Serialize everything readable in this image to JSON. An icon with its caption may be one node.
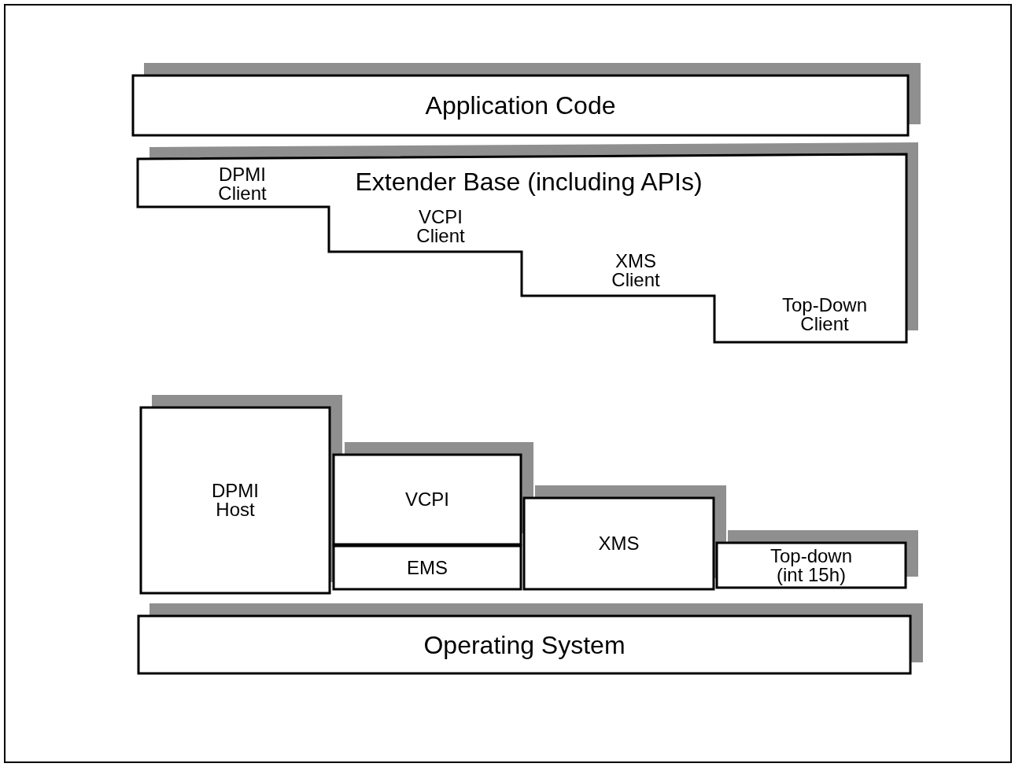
{
  "diagram": {
    "nodes": [
      {
        "text": [
          "Application Code"
        ]
      },
      {
        "text": [
          "DPMI Client",
          "Extender Base (including APIs)",
          "VCPI Client",
          "XMS Client",
          "Top-Down Client"
        ]
      },
      {
        "text": [
          "DPMI Host"
        ]
      },
      {
        "text": [
          "VCPI"
        ]
      },
      {
        "text": [
          "EMS"
        ]
      },
      {
        "text": [
          "XMS"
        ]
      },
      {
        "text": [
          "Top-down (int 15h)"
        ]
      },
      {
        "text": [
          "Operating System"
        ]
      }
    ]
  }
}
